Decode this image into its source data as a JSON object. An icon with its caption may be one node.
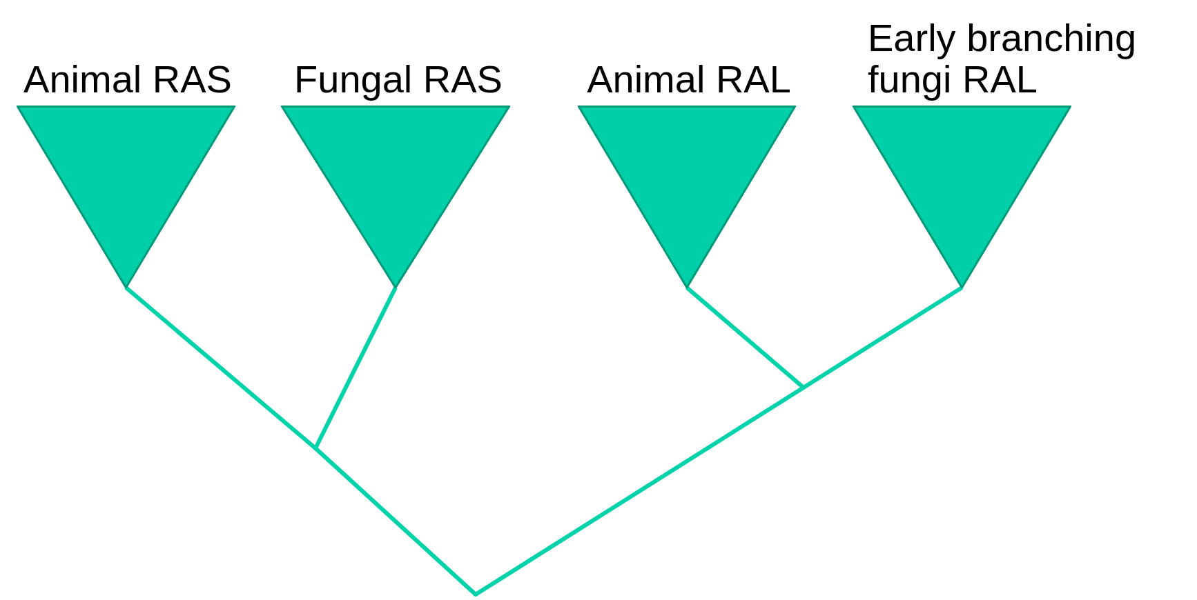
{
  "diagram": {
    "nodes": [
      {
        "text": [
          "Animal RAS"
        ]
      },
      {
        "text": [
          "Fungal RAS"
        ]
      },
      {
        "text": [
          "Animal RAL"
        ]
      },
      {
        "text": [
          "Early branching fungi RAL"
        ]
      },
      {
        "text": [],
        "shape": "junction"
      },
      {
        "text": [],
        "shape": "junction"
      },
      {
        "text": [],
        "shape": "junction"
      }
    ],
    "edges": [
      {
        "from": 0,
        "to": 4,
        "arrow": "none"
      },
      {
        "from": 1,
        "to": 4,
        "arrow": "none"
      },
      {
        "from": 4,
        "to": 6,
        "arrow": "none"
      },
      {
        "from": 2,
        "to": 5,
        "arrow": "none"
      },
      {
        "from": 3,
        "to": 5,
        "arrow": "none"
      },
      {
        "from": 5,
        "to": 6,
        "arrow": "none"
      }
    ]
  }
}
